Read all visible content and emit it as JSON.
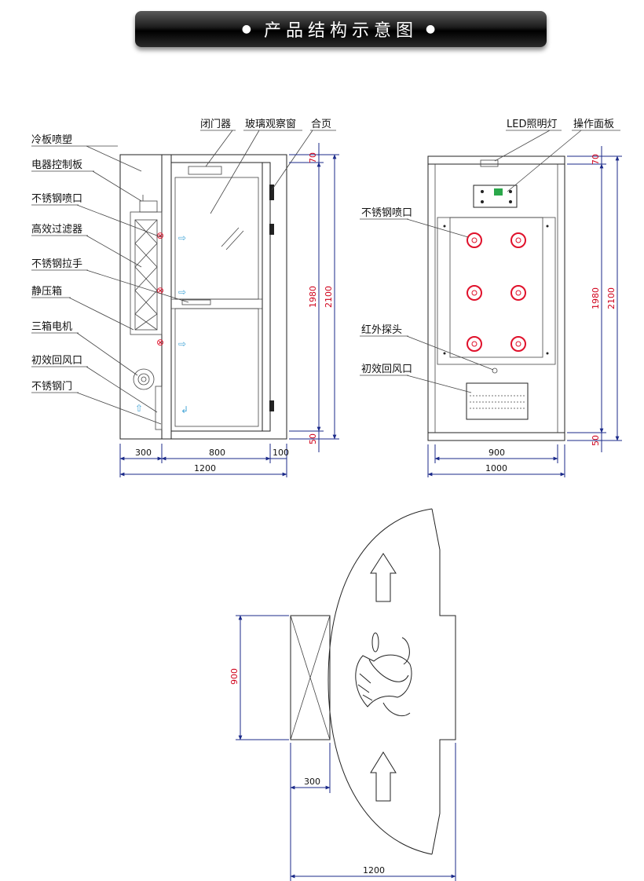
{
  "title": "产品结构示意图",
  "colors": {
    "dimension_line": "#1b2a8a",
    "nozzle": "#e0112b",
    "airflow": "#4aa8d8",
    "panel_screen": "#2aa84a"
  },
  "front_view": {
    "labels": {
      "cold_plate": "冷板喷塑",
      "control_board": "电器控制板",
      "nozzle": "不锈钢喷口",
      "hepa_filter": "高效过滤器",
      "handle": "不锈钢拉手",
      "static_box": "静压箱",
      "motor": "三箱电机",
      "return_vent": "初效回风口",
      "door": "不锈钢门",
      "door_closer": "闭门器",
      "glass_window": "玻璃观察窗",
      "hinge": "合页"
    },
    "dimensions": {
      "w_left": "300",
      "w_mid": "800",
      "w_right": "100",
      "w_total": "1200",
      "h_top": "70",
      "h_mid": "1980",
      "h_total": "2100",
      "h_bottom": "50"
    }
  },
  "side_view": {
    "labels": {
      "led": "LED照明灯",
      "panel": "操作面板",
      "nozzle": "不锈钢喷口",
      "ir_probe": "红外探头",
      "return_vent": "初效回风口"
    },
    "dimensions": {
      "w_inner": "900",
      "w_total": "1000",
      "h_top": "70",
      "h_mid": "1980",
      "h_total": "2100",
      "h_bottom": "50"
    }
  },
  "plan_view": {
    "dimensions": {
      "depth": "900",
      "box_width": "300",
      "total": "1200"
    }
  }
}
